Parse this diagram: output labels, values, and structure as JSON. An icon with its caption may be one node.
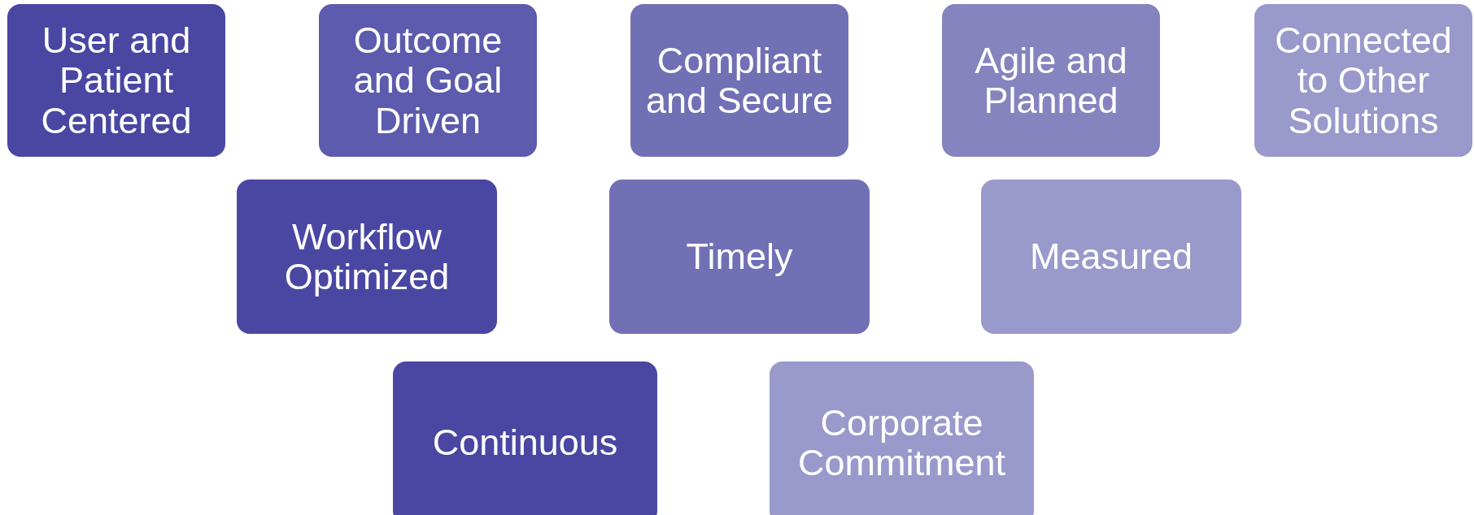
{
  "diagram": {
    "nodes": [
      {
        "text": [
          "User and Patient Centered"
        ]
      },
      {
        "text": [
          "Outcome and Goal Driven"
        ]
      },
      {
        "text": [
          "Compliant and Secure"
        ]
      },
      {
        "text": [
          "Agile and Planned"
        ]
      },
      {
        "text": [
          "Connected to Other Solutions"
        ]
      },
      {
        "text": [
          "Workflow Optimized"
        ]
      },
      {
        "text": [
          "Timely"
        ]
      },
      {
        "text": [
          "Measured"
        ]
      },
      {
        "text": [
          "Continuous"
        ]
      },
      {
        "text": [
          "Corporate Commitment"
        ]
      }
    ]
  }
}
